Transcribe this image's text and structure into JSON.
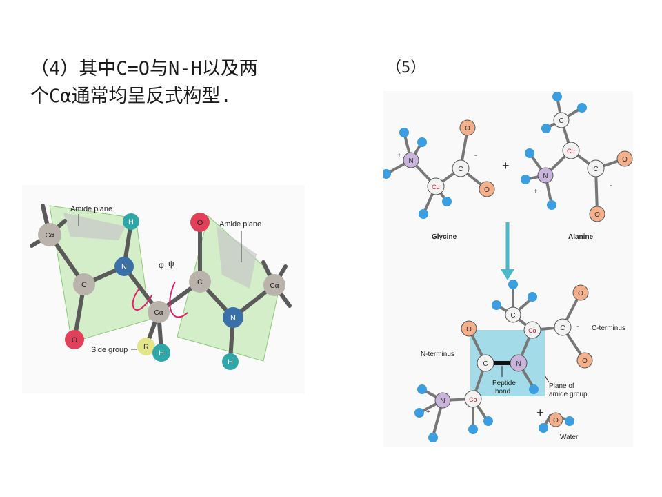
{
  "slide": {
    "heading_line1": "（4）其中C=O与N-H以及两",
    "heading_line2": "个Cα通常均呈反式构型.",
    "label_5": "（5）"
  },
  "left_figure": {
    "amide_plane_left": "Amide plane",
    "amide_plane_right": "Amide plane",
    "side_group": "Side group",
    "phi": "φ",
    "psi": "ψ",
    "atom_c_alpha": "Cα",
    "atom_c": "C",
    "atom_n": "N",
    "atom_o": "O",
    "atom_h": "H",
    "atom_r": "R",
    "colors": {
      "plane": "#b9e6a8",
      "carbon": "#b9b3ac",
      "nitrogen": "#3a6fa8",
      "oxygen": "#e0405a",
      "hydrogen": "#2fa7a8",
      "r_group": "#e4e488",
      "arrow": "#e0206a"
    }
  },
  "right_figure": {
    "glycine": "Glycine",
    "alanine": "Alanine",
    "plus": "+",
    "minus": "-",
    "n_terminus": "N-terminus",
    "c_terminus": "C-terminus",
    "peptide_bond": [
      "Peptide",
      "bond"
    ],
    "plane_amide_group": [
      "Plane of",
      "amide group"
    ],
    "water": "Water",
    "atom_c": "C",
    "atom_c_alpha": "Cα",
    "atom_n": "N",
    "atom_o": "O",
    "colors": {
      "n_atom": "#c9b4dc",
      "o_atom": "#f4b08a",
      "h_atom": "#3a9ee0",
      "c_atom": "#f2f2f2",
      "box": "#8fd3e3",
      "arrow": "#4cb8cc"
    }
  }
}
